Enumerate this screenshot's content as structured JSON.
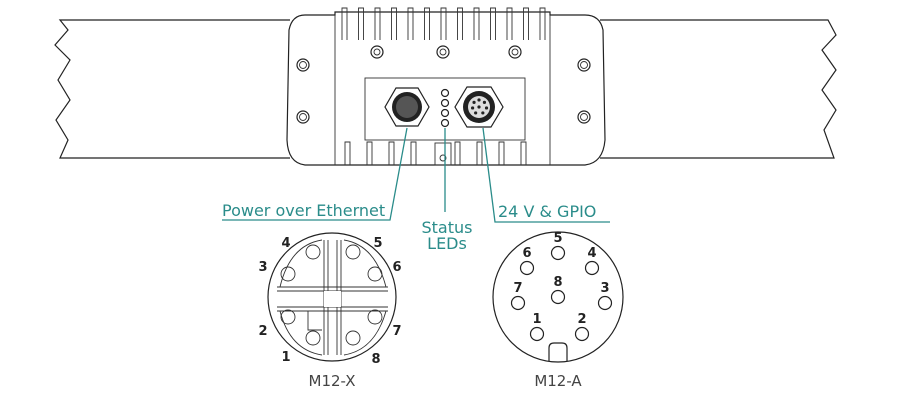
{
  "labels": {
    "poe": "Power over Ethernet",
    "status_line1": "Status",
    "status_line2": "LEDs",
    "gpio": "24 V & GPIO"
  },
  "connectors": {
    "m12x": {
      "name": "M12-X",
      "pins": [
        "1",
        "2",
        "3",
        "4",
        "5",
        "6",
        "7",
        "8"
      ]
    },
    "m12a": {
      "name": "M12-A",
      "pins": [
        "1",
        "2",
        "3",
        "4",
        "5",
        "6",
        "7",
        "8"
      ]
    }
  },
  "colors": {
    "accent": "#2a8c8a",
    "line": "#222222"
  }
}
